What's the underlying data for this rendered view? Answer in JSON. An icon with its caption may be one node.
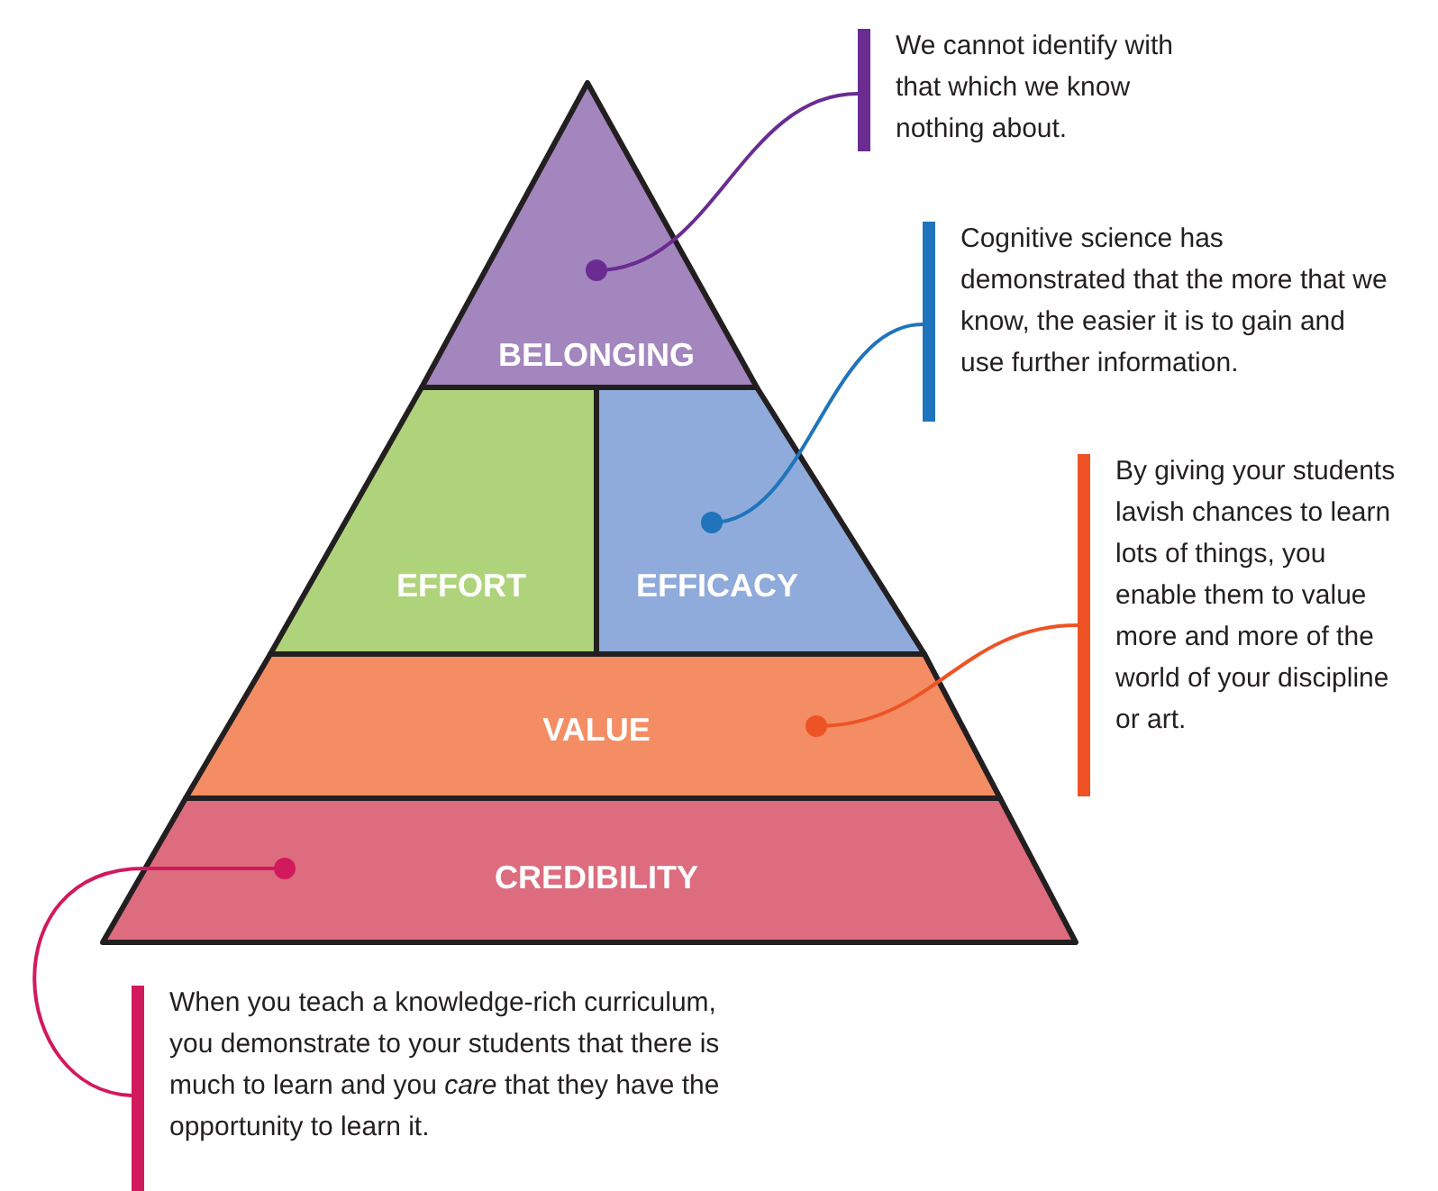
{
  "diagram": {
    "nodes": [
      {
        "text": [
          "BELONGING"
        ]
      },
      {
        "text": [
          "EFFORT"
        ]
      },
      {
        "text": [
          "EFFICACY"
        ]
      },
      {
        "text": [
          "VALUE"
        ]
      },
      {
        "text": [
          "CREDIBILITY"
        ]
      },
      {
        "text": [
          "We cannot identify with that which we know nothing about."
        ]
      },
      {
        "text": [
          "Cognitive science has demonstrated that the more that we know, the easier it is to gain and use further information."
        ]
      },
      {
        "text": [
          "By giving your students lavish chances to learn lots of things, you enable them to value more and more of the world of your discipline or art."
        ]
      },
      {
        "text": [
          "When you teach a knowledge-rich curriculum, you demonstrate to your students that there is much to learn and you *care* that they have the opportunity to learn it."
        ]
      }
    ],
    "edges": [
      {
        "from": 5,
        "to": 0,
        "arrow": "other",
        "color": "#6a2c91"
      },
      {
        "from": 6,
        "to": 2,
        "arrow": "other",
        "color": "#1f74bb"
      },
      {
        "from": 7,
        "to": 3,
        "arrow": "other",
        "color": "#ee5325"
      },
      {
        "from": 8,
        "to": 4,
        "arrow": "other",
        "color": "#d2195d"
      }
    ]
  }
}
